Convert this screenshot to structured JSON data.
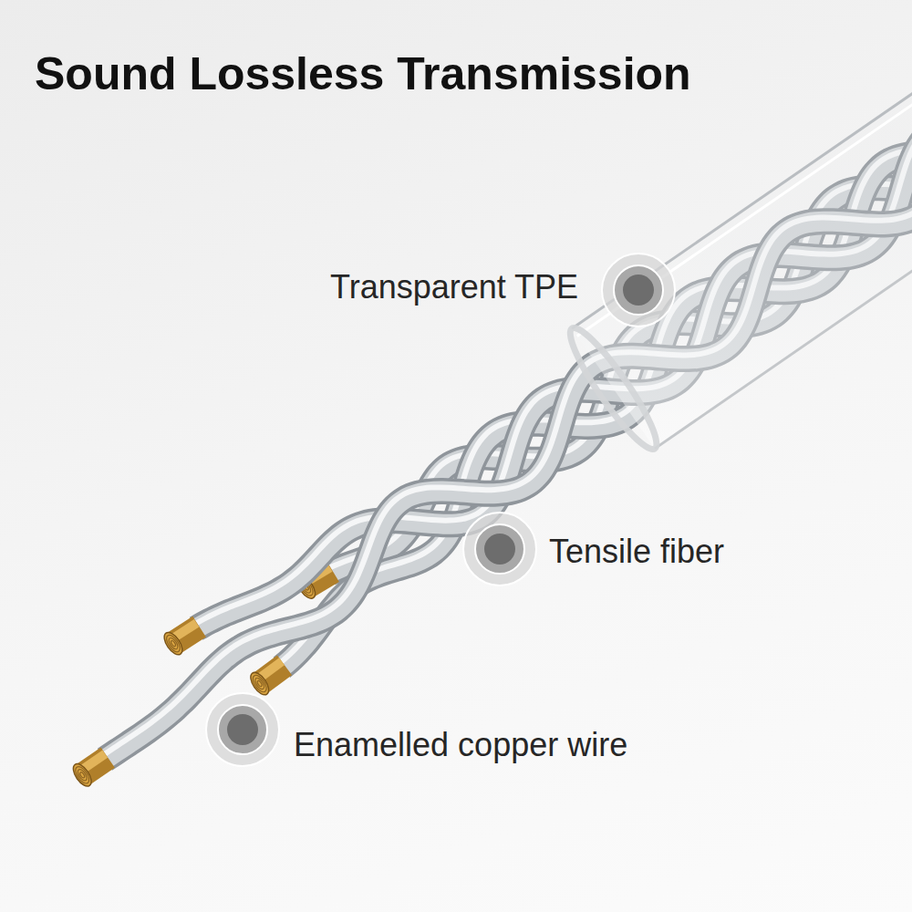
{
  "diagram": {
    "title": "Sound Lossless Transmission",
    "labels": [
      "Transparent TPE",
      "Tensile fiber",
      "Enamelled copper wire"
    ]
  }
}
